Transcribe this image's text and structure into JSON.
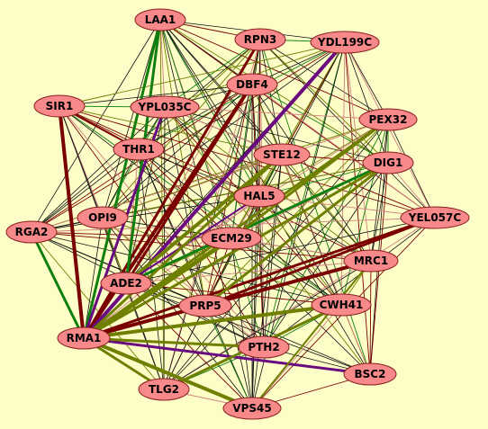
{
  "graph": {
    "colors": {
      "background": "#fdfdc8",
      "node_fill": "#f7898a",
      "node_stroke": "#8a1f1f",
      "edge_black": "#111111",
      "edge_green": "#0f7f0f",
      "edge_olive": "#6f7f00",
      "edge_darkred": "#7a0000",
      "edge_purple": "#6a0a80",
      "edge_pink": "#d08080"
    },
    "nodes": [
      {
        "id": "LAA1",
        "label": "LAA1"
      },
      {
        "id": "RPN3",
        "label": "RPN3"
      },
      {
        "id": "YDL199C",
        "label": "YDL199C"
      },
      {
        "id": "DBF4",
        "label": "DBF4"
      },
      {
        "id": "SIR1",
        "label": "SIR1"
      },
      {
        "id": "YPL035C",
        "label": "YPL035C"
      },
      {
        "id": "PEX32",
        "label": "PEX32"
      },
      {
        "id": "THR1",
        "label": "THR1"
      },
      {
        "id": "STE12",
        "label": "STE12"
      },
      {
        "id": "DIG1",
        "label": "DIG1"
      },
      {
        "id": "HAL5",
        "label": "HAL5"
      },
      {
        "id": "RGA2",
        "label": "RGA2"
      },
      {
        "id": "OPI9",
        "label": "OPI9"
      },
      {
        "id": "YEL057C",
        "label": "YEL057C"
      },
      {
        "id": "ECM29",
        "label": "ECM29"
      },
      {
        "id": "MRC1",
        "label": "MRC1"
      },
      {
        "id": "ADE2",
        "label": "ADE2"
      },
      {
        "id": "PRP5",
        "label": "PRP5"
      },
      {
        "id": "CWH41",
        "label": "CWH41"
      },
      {
        "id": "RMA1",
        "label": "RMA1"
      },
      {
        "id": "PTH2",
        "label": "PTH2"
      },
      {
        "id": "BSC2",
        "label": "BSC2"
      },
      {
        "id": "TLG2",
        "label": "TLG2"
      },
      {
        "id": "VPS45",
        "label": "VPS45"
      }
    ],
    "highlighted_edges": [
      {
        "source": "RMA1",
        "target": "SIR1",
        "color": "darkred",
        "weight": 4
      },
      {
        "source": "RMA1",
        "target": "DBF4",
        "color": "darkred",
        "weight": 4
      },
      {
        "source": "RMA1",
        "target": "RPN3",
        "color": "darkred",
        "weight": 3
      },
      {
        "source": "RMA1",
        "target": "MRC1",
        "color": "darkred",
        "weight": 4
      },
      {
        "source": "RMA1",
        "target": "YEL057C",
        "color": "darkred",
        "weight": 3
      },
      {
        "source": "RMA1",
        "target": "RGA2",
        "color": "green",
        "weight": 3
      },
      {
        "source": "RMA1",
        "target": "LAA1",
        "color": "green",
        "weight": 3
      },
      {
        "source": "ADE2",
        "target": "LAA1",
        "color": "green",
        "weight": 3
      },
      {
        "source": "RMA1",
        "target": "YDL199C",
        "color": "purple",
        "weight": 4
      },
      {
        "source": "RMA1",
        "target": "BSC2",
        "color": "purple",
        "weight": 3
      },
      {
        "source": "RMA1",
        "target": "YPL035C",
        "color": "purple",
        "weight": 3
      },
      {
        "source": "RMA1",
        "target": "CWH41",
        "color": "olive",
        "weight": 4
      },
      {
        "source": "RMA1",
        "target": "PEX32",
        "color": "olive",
        "weight": 3
      },
      {
        "source": "RMA1",
        "target": "VPS45",
        "color": "olive",
        "weight": 4
      },
      {
        "source": "RMA1",
        "target": "ECM29",
        "color": "olive",
        "weight": 5
      },
      {
        "source": "RMA1",
        "target": "TLG2",
        "color": "olive",
        "weight": 3
      },
      {
        "source": "RMA1",
        "target": "PTH2",
        "color": "olive",
        "weight": 3
      },
      {
        "source": "ADE2",
        "target": "STE12",
        "color": "olive",
        "weight": 4
      },
      {
        "source": "ADE2",
        "target": "DIG1",
        "color": "green",
        "weight": 3
      },
      {
        "source": "ADE2",
        "target": "HAL5",
        "color": "purple",
        "weight": 2
      },
      {
        "source": "ECM29",
        "target": "PEX32",
        "color": "olive",
        "weight": 3
      },
      {
        "source": "PRP5",
        "target": "YEL057C",
        "color": "darkred",
        "weight": 3
      },
      {
        "source": "PRP5",
        "target": "DIG1",
        "color": "olive",
        "weight": 3
      },
      {
        "source": "RMA1",
        "target": "PRP5",
        "color": "darkred",
        "weight": 3
      },
      {
        "source": "ADE2",
        "target": "DBF4",
        "color": "darkred",
        "weight": 3
      },
      {
        "source": "SIR1",
        "target": "THR1",
        "color": "darkred",
        "weight": 2
      },
      {
        "source": "CWH41",
        "target": "TLG2",
        "color": "olive",
        "weight": 3
      },
      {
        "source": "VPS45",
        "target": "MRC1",
        "color": "olive",
        "weight": 2
      },
      {
        "source": "RMA1",
        "target": "DIG1",
        "color": "olive",
        "weight": 3
      },
      {
        "source": "RMA1",
        "target": "STE12",
        "color": "olive",
        "weight": 3
      }
    ]
  }
}
